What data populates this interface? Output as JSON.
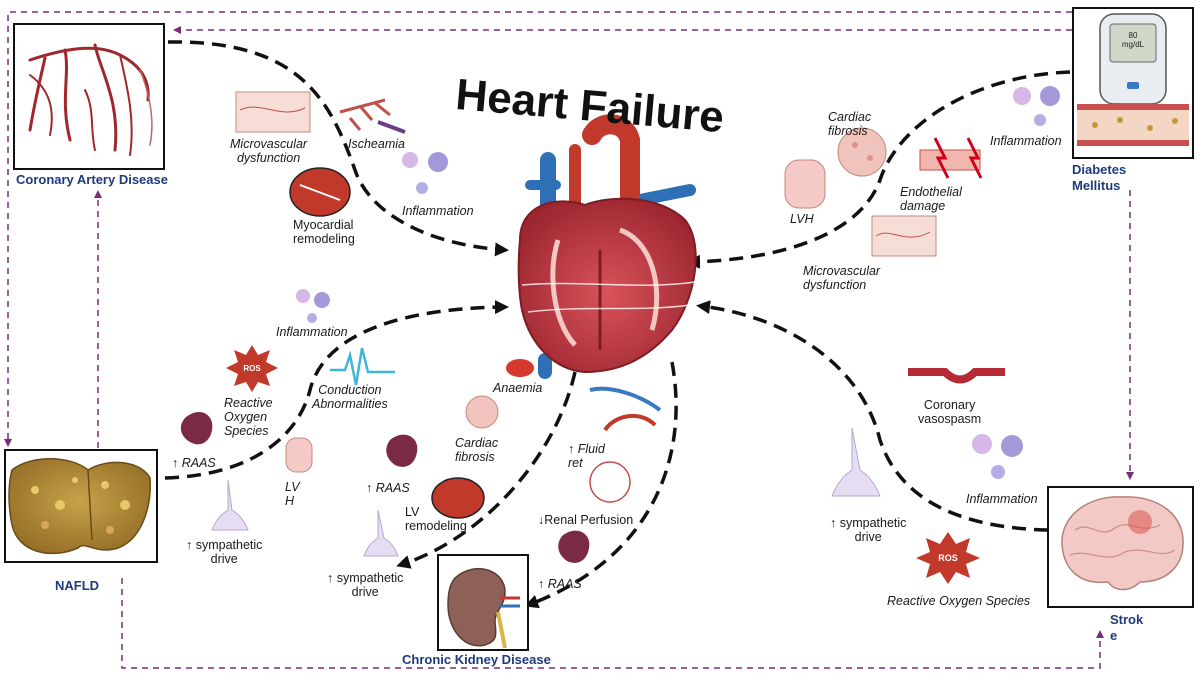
{
  "title": "Heart Failure",
  "nodes": {
    "cad": "Coronary Artery Disease",
    "diabetes": "Diabetes\nMellitus",
    "nafld": "NAFLD",
    "ckd": "Chronic Kidney Disease",
    "stroke": "Strok\ne"
  },
  "glucometer_reading": "80\nmg/dL",
  "ros_badge": "ROS",
  "cad_mechanisms": {
    "microvascular": "Microvascular\ndysfunction",
    "ischeamia": "Ischeamia",
    "inflammation": "Inflammation",
    "myocardial_remodeling": "Myocardial\nremodeling"
  },
  "diabetes_mechanisms": {
    "cardiac_fibrosis": "Cardiac\nfibrosis",
    "inflammation": "Inflammation",
    "endothelial": "Endothelial\ndamage",
    "lvh": "LVH",
    "microvascular": "Microvascular\ndysfunction"
  },
  "nafld_mechanisms": {
    "inflammation": "Inflammation",
    "ros": "Reactive\nOxygen\nSpecies",
    "conduction": "Conduction\nAbnormalities",
    "raas": "↑ RAAS",
    "lvh": "LV\nH",
    "sympathetic": "↑ sympathetic\ndrive"
  },
  "ckd_mechanisms": {
    "anaemia": "Anaemia",
    "cardiac_fibrosis": "Cardiac\nfibrosis",
    "fluid": "↑ Fluid\nret",
    "raas_left": "↑ RAAS",
    "lv_remodeling": "LV\nremodeling",
    "renal_perfusion": "↓Renal Perfusion",
    "sympathetic": "↑ sympathetic\ndrive",
    "raas_right": "↑ RAAS"
  },
  "stroke_mechanisms": {
    "vasospasm": "Coronary\nvasospasm",
    "inflammation": "Inflammation",
    "sympathetic": "↑ sympathetic\ndrive",
    "ros": "Reactive Oxygen Species"
  },
  "colors": {
    "dashed_black": "#111111",
    "dashed_purple": "#7a2a7a",
    "node_label": "#1f3a7a",
    "heart_red": "#b8323a",
    "vessel_blue": "#2f6fb5"
  }
}
